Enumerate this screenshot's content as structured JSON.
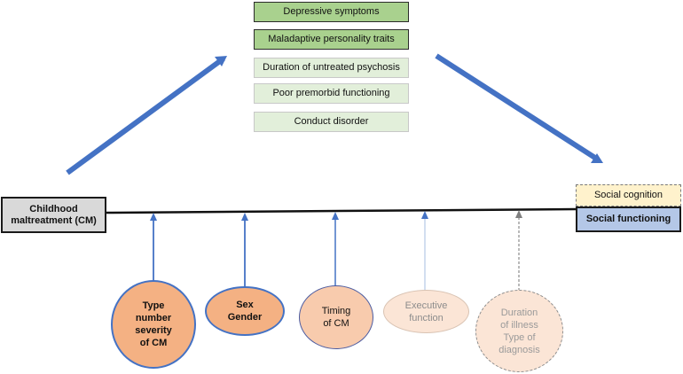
{
  "mediators": [
    {
      "label": "Depressive symptoms",
      "strength": "strong"
    },
    {
      "label": "Maladaptive personality traits",
      "strength": "strong"
    },
    {
      "label": "Duration of untreated psychosis",
      "strength": "weak"
    },
    {
      "label": "Poor premorbid functioning",
      "strength": "weak"
    },
    {
      "label": "Conduct disorder",
      "strength": "weak"
    }
  ],
  "exposure": {
    "label": "Childhood\nmaltreatment (CM)"
  },
  "outcomes": {
    "social_cognition": "Social cognition",
    "social_functioning": "Social functioning"
  },
  "moderators": [
    {
      "label": "Type\nnumber\nseverity\nof CM",
      "evidence": "strong"
    },
    {
      "label": "Sex\nGender",
      "evidence": "strong"
    },
    {
      "label": "Timing\nof CM",
      "evidence": "moderate"
    },
    {
      "label": "Executive\nfunction",
      "evidence": "weak"
    },
    {
      "label": "Duration\nof illness\nType of\ndiagnosis",
      "evidence": "uncertain"
    }
  ],
  "colors": {
    "arrow_blue": "#4472c4",
    "mediator_strong": "#a9d18e",
    "mediator_weak": "#e2efda",
    "exposure_fill": "#d9d9d9",
    "social_cognition_fill": "#fff2cc",
    "social_functioning_fill": "#b4c7e7",
    "moderator_strong": "#f4b183",
    "moderator_weak": "#fbe5d6"
  }
}
